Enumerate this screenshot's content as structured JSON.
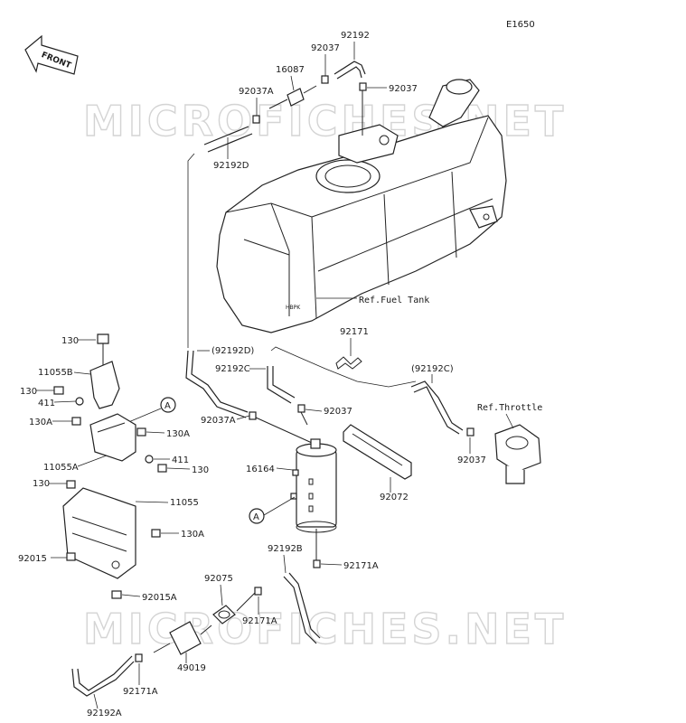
{
  "diagram_code": "E1650",
  "front_label": "FRONT",
  "watermark": "MICROFICHES.NET",
  "labels": {
    "p92192": "92192",
    "p92037_top": "92037",
    "p16087": "16087",
    "p92037_right": "92037",
    "p92037A_top": "92037A",
    "p92192D": "92192D",
    "ref_fuel_tank": "Ref.Fuel Tank",
    "p92171": "92171",
    "p130_top": "130",
    "p92192D_paren": "(92192D)",
    "p92192C": "92192C",
    "p92192C_paren": "(92192C)",
    "p11055B": "11055B",
    "p130_mid": "130",
    "p411_left": "411",
    "p130A_left": "130A",
    "p92037A_mid": "92037A",
    "p92037_mid": "92037",
    "ref_throttle": "Ref.Throttle",
    "p130A_right": "130A",
    "p411_right": "411",
    "p11055A": "11055A",
    "p130_right": "130",
    "p16164": "16164",
    "p92037_lower": "92037",
    "p130_low": "130",
    "p11055": "11055",
    "p92072": "92072",
    "p130A_low": "130A",
    "p92015": "92015",
    "p92192B": "92192B",
    "p92171A_1": "92171A",
    "p92015A": "92015A",
    "p92075": "92075",
    "p92171A_2": "92171A",
    "p49019": "49019",
    "p92171A_3": "92171A",
    "p92192A": "92192A",
    "callout_a1": "A",
    "callout_a2": "A",
    "tank_mark": "HBPK"
  }
}
